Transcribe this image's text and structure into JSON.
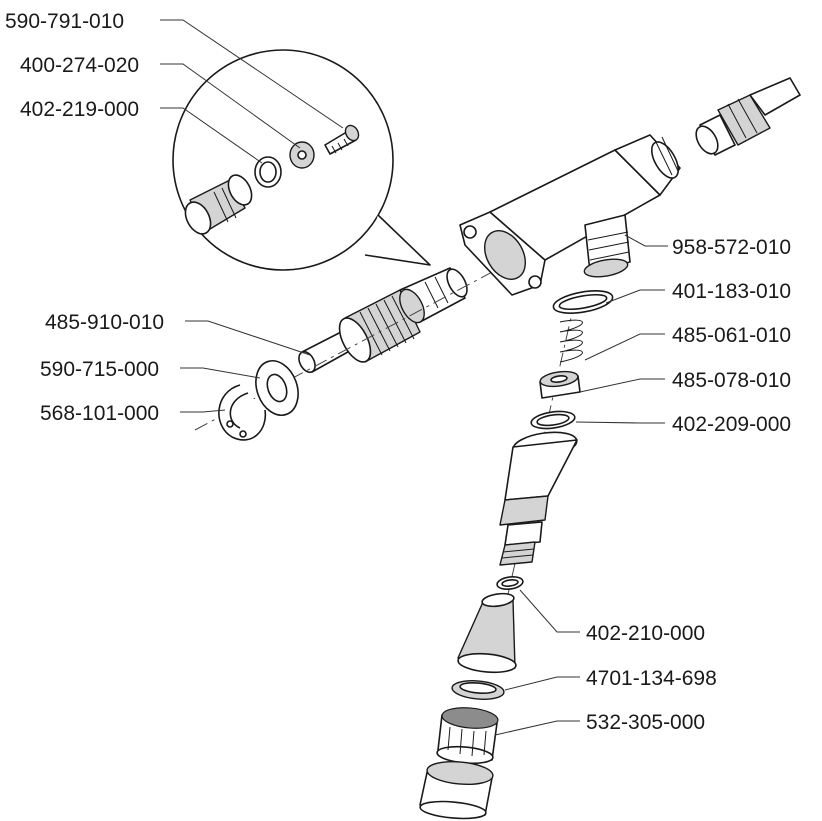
{
  "labels": {
    "p590_791_010": "590-791-010",
    "p400_274_020": "400-274-020",
    "p402_219_000": "402-219-000",
    "p485_910_010": "485-910-010",
    "p590_715_000": "590-715-000",
    "p568_101_000": "568-101-000",
    "p958_572_010": "958-572-010",
    "p401_183_010": "401-183-010",
    "p485_061_010": "485-061-010",
    "p485_078_010": "485-078-010",
    "p402_209_000": "402-209-000",
    "p402_210_000": "402-210-000",
    "p4701_134_698": "4701-134-698",
    "p532_305_000": "532-305-000"
  }
}
